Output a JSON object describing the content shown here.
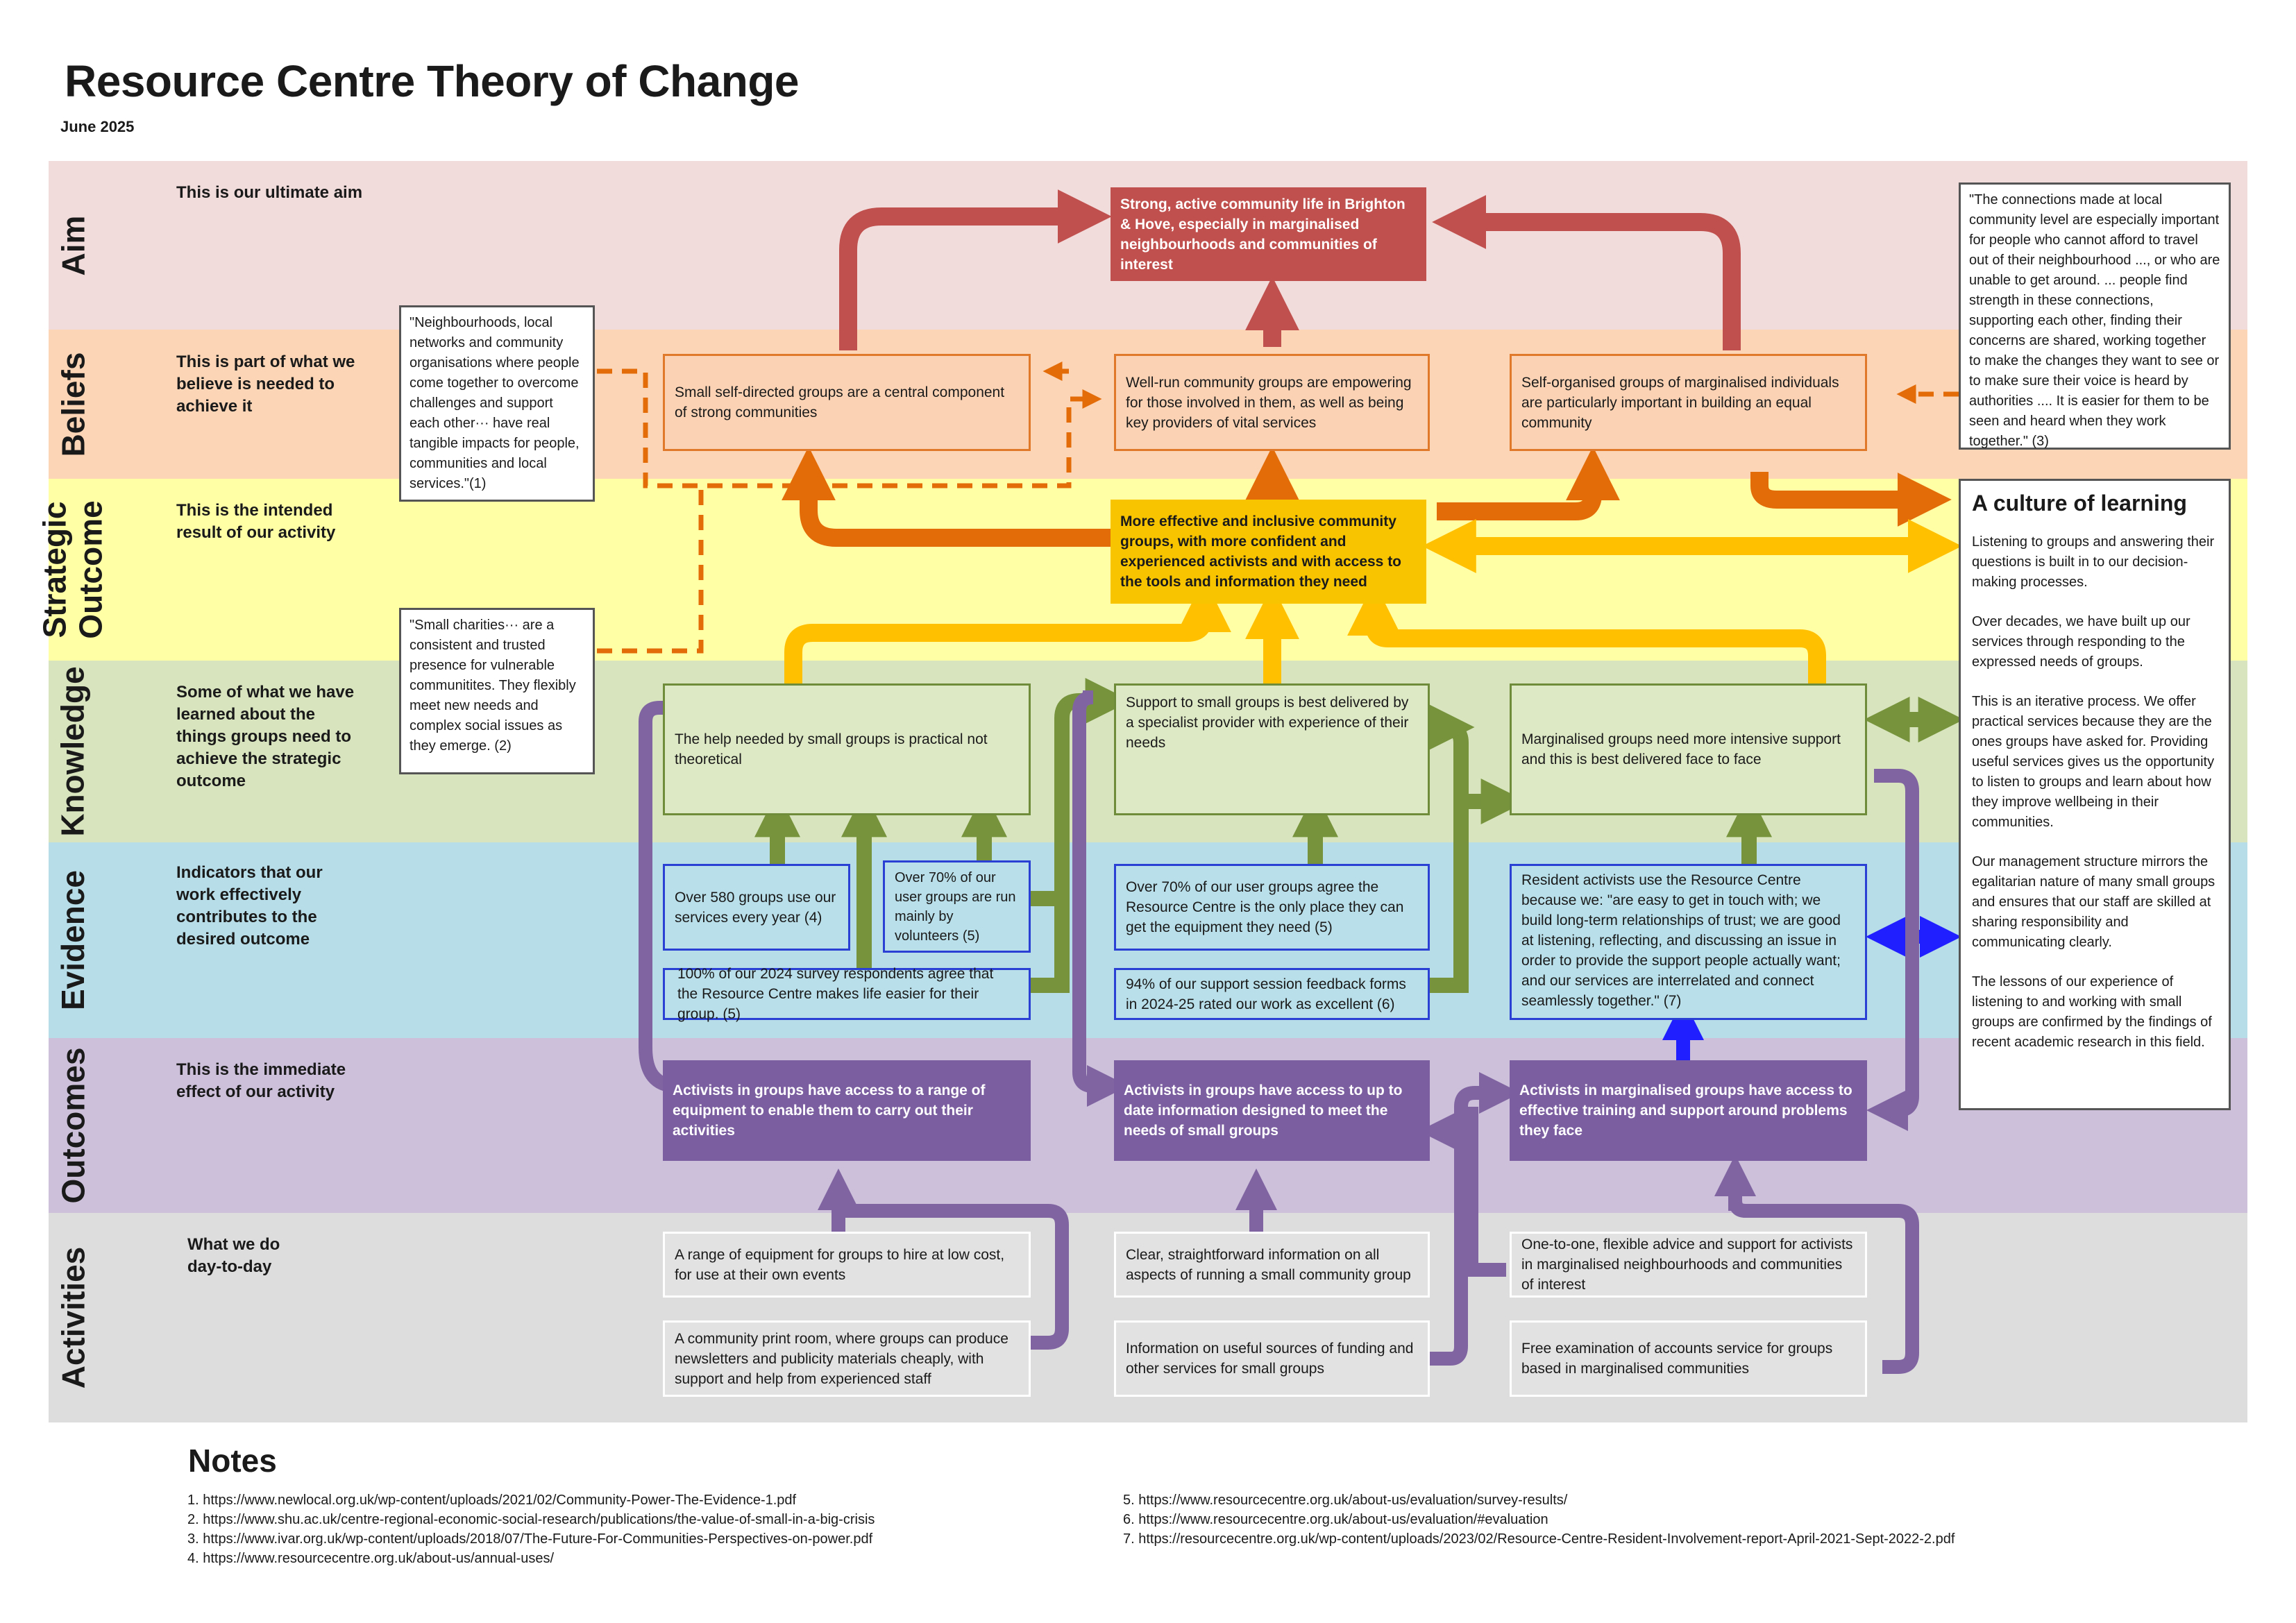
{
  "header": {
    "title": "Resource Centre Theory of Change",
    "date": "June 2025"
  },
  "colors": {
    "aim_band": "#f2dcdb",
    "beliefs_band": "#fbd5b5",
    "strategic_band": "#ffffa6",
    "knowledge_band": "#d7e4bd",
    "evidence_band": "#b7dee8",
    "outcomes_band": "#ccc0da",
    "activities_band": "#dddddd",
    "red": "#c0504d",
    "orange": "#e36c09",
    "yellow": "#ffc000",
    "green": "#77933c",
    "blue": "#1f1fff",
    "purple": "#8064a2"
  },
  "bands": {
    "aim": {
      "label": "Aim",
      "desc": "This is our ultimate aim"
    },
    "beliefs": {
      "label": "Beliefs",
      "desc": "This is part of what we believe is needed to achieve it"
    },
    "strategic": {
      "label_line1": "Strategic",
      "label_line2": "Outcome",
      "desc": "This is the intended result of our activity"
    },
    "knowledge": {
      "label": "Knowledge",
      "desc": "Some of what we have learned about the things groups need to achieve the strategic outcome"
    },
    "evidence": {
      "label": "Evidence",
      "desc": "Indicators that our work effectively contributes to the desired outcome"
    },
    "outcomes": {
      "label": "Outcomes",
      "desc": "This is the immediate effect of our activity"
    },
    "activities": {
      "label": "Activities",
      "desc_line1": "What we do",
      "desc_line2": "day-to-day"
    }
  },
  "aim": {
    "text": "Strong, active community life in Brighton & Hove, especially in marginalised neighbourhoods and communities of interest"
  },
  "beliefs": [
    "Small self-directed groups are a central component of strong communities",
    "Well-run community groups are empowering for those involved in them, as well as being key providers of vital services",
    "Self-organised groups of marginalised individuals are particularly important in building an equal community"
  ],
  "strategic_outcome": {
    "text": "More effective and inclusive community groups, with more confident and experienced activists and with access to the tools and information they need"
  },
  "knowledge": [
    "The help needed by small groups is practical not theoretical",
    "Support to small groups is best delivered by a specialist provider with experience of their needs",
    "Marginalised groups need more intensive support and this is best delivered face to face"
  ],
  "evidence": {
    "e1": "Over 580 groups use our services every year (4)",
    "e2": "Over 70% of our user groups are run mainly by volunteers (5)",
    "e3": "100% of our 2024 survey respondents agree that the Resource Centre makes life easier for their group. (5)",
    "e4": "Over 70% of our user groups agree the Resource Centre is the only place they can get the equipment they need (5)",
    "e5": "94% of our support session feedback forms in 2024-25 rated our work as excellent (6)",
    "e6": "Resident activists use the Resource Centre because we: \"are easy to get in touch with; we build long-term relationships of trust; we are good at listening, reflecting, and discussing an issue in order to provide the support people actually want; and our services are interrelated and connect seamlessly together.\" (7)"
  },
  "outcomes": [
    "Activists in groups have access to a range of equipment to enable them to carry out their activities",
    "Activists in groups have access to up to date information designed to meet the needs of small groups",
    "Activists in marginalised groups have access to effective training and support around problems they face"
  ],
  "activities": {
    "a1": "A range of equipment for groups to hire at low cost, for use at their own events",
    "a2": "A community print room, where groups can produce newsletters and publicity materials cheaply, with support and help from experienced staff",
    "a3": "Clear, straightforward information on all aspects of running a small community group",
    "a4": "Information on useful sources of funding and other services for small groups",
    "a5": "One-to-one, flexible advice and support for activists in marginalised neighbourhoods and communities of interest",
    "a6": "Free examination of accounts service for groups based in marginalised communities"
  },
  "quotes": {
    "q1": "\"Neighbourhoods, local networks and community organisations where people come together to overcome challenges and support each other··· have real tangible impacts for people, communities and local services.\"(1)",
    "q2": "\"Small charities··· are a consistent and trusted presence for vulnerable communitites. They flexibly meet new needs and complex social issues as they emerge. (2)",
    "q3": "\"The connections made at local community level are especially important for people who cannot afford to travel out of their neighbourhood ..., or who are unable to get around. ... people find strength in these connections, supporting each other, finding their concerns are shared, working together to make the changes they want to see or to make sure their voice is heard by authorities .... It is easier for them to be seen and heard when they work together.\" (3)"
  },
  "culture": {
    "title": "A culture of learning",
    "p1": "Listening to groups and answering their questions is built in to our decision-making processes.",
    "p2": "Over decades, we have built up our services through responding to the expressed needs of groups.",
    "p3": "This is an iterative process. We offer practical services because they are the ones groups have asked for. Providing useful services gives us the opportunity to listen to groups and learn about how they improve wellbeing in their communities.",
    "p4": "Our management structure mirrors the egalitarian nature of many small groups and ensures that our staff are skilled at sharing responsibility and communicating clearly.",
    "p5": "The lessons of our experience of listening to and working with small groups are confirmed by the findings of recent academic research in this field."
  },
  "notes": {
    "title": "Notes",
    "items": [
      "1. https://www.newlocal.org.uk/wp-content/uploads/2021/02/Community-Power-The-Evidence-1.pdf",
      "2. https://www.shu.ac.uk/centre-regional-economic-social-research/publications/the-value-of-small-in-a-big-crisis",
      "3. https://www.ivar.org.uk/wp-content/uploads/2018/07/The-Future-For-Communities-Perspectives-on-power.pdf",
      "4. https://www.resourcecentre.org.uk/about-us/annual-uses/",
      "5. https://www.resourcecentre.org.uk/about-us/evaluation/survey-results/",
      "6. https://www.resourcecentre.org.uk/about-us/evaluation/#evaluation",
      "7. https://resourcecentre.org.uk/wp-content/uploads/2023/02/Resource-Centre-Resident-Involvement-report-April-2021-Sept-2022-2.pdf"
    ]
  }
}
